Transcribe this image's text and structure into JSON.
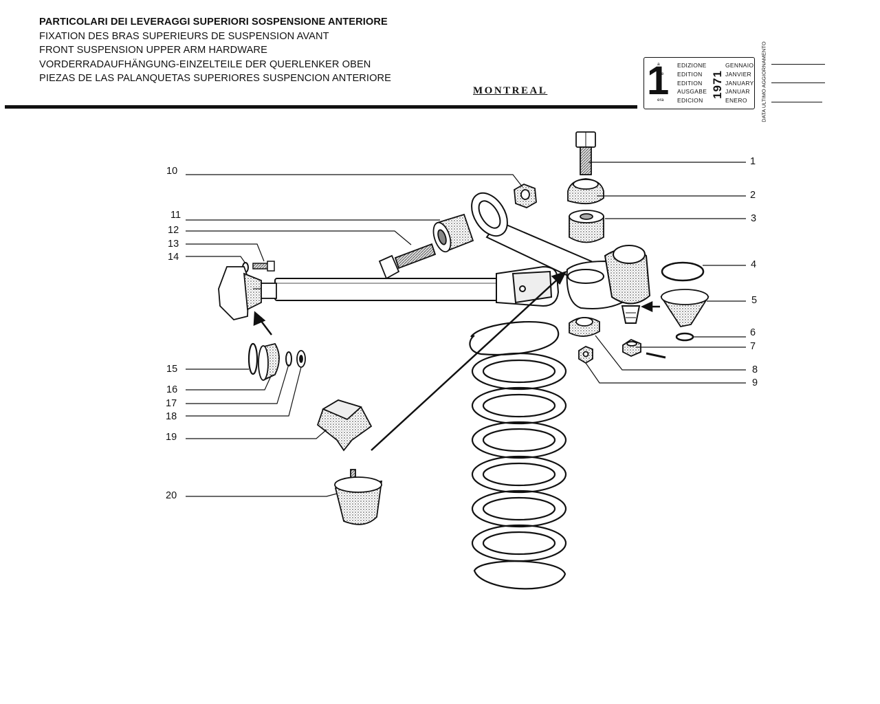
{
  "header": {
    "titles": [
      "PARTICOLARI DEI LEVERAGGI SUPERIORI SOSPENSIONE ANTERIORE",
      "FIXATION DES BRAS SUPERIEURS DE SUSPENSION AVANT",
      "FRONT SUSPENSION UPPER ARM HARDWARE",
      "VORDERRADAUFHÄNGUNG-EINZELTEILE DER QUERLENKER OBEN",
      "PIEZAS DE LAS PALANQUETAS SUPERIORES SUSPENCION ANTERIORE"
    ],
    "model": "MONTREAL"
  },
  "edition": {
    "number": "1",
    "suffixes": [
      "a",
      "ère",
      "st",
      ".",
      "era"
    ],
    "labels": [
      "EDIZIONE",
      "EDITION",
      "EDITION",
      "AUSGABE",
      "EDICION"
    ],
    "year": "1971",
    "months": [
      "GENNAIO",
      "JANVIER",
      "JANUARY",
      "JANUAR",
      "ENERO"
    ],
    "update_label": "DATA ULTIMO AGGIORNAMENTO"
  },
  "callouts": {
    "left": [
      "10",
      "11",
      "12",
      "13",
      "14",
      "15",
      "16",
      "17",
      "18",
      "19",
      "20"
    ],
    "right": [
      "1",
      "2",
      "3",
      "4",
      "5",
      "6",
      "7",
      "8",
      "9"
    ]
  }
}
